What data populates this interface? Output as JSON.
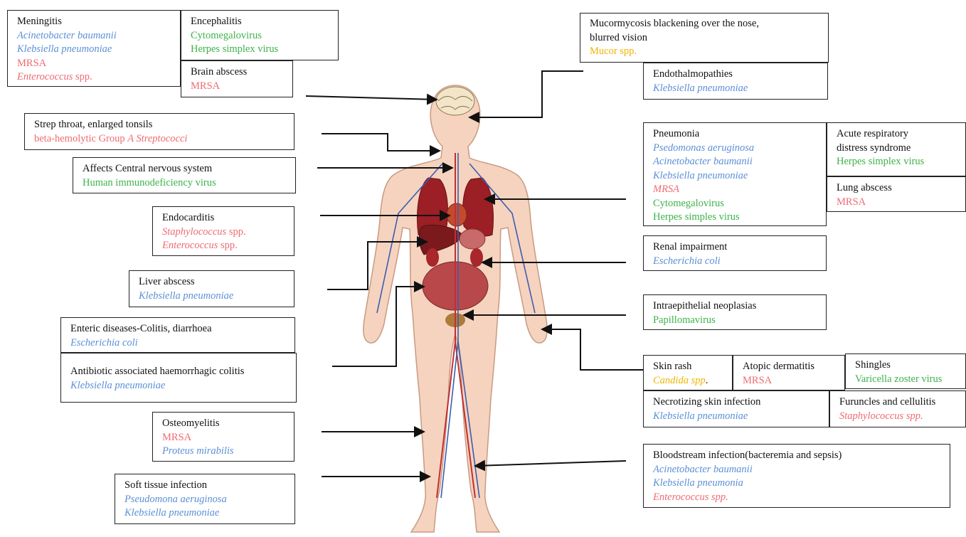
{
  "colors": {
    "bacteria_blue": "#5b8fd6",
    "gram_positive_red": "#ef6b72",
    "virus_green": "#3cb34a",
    "fungus_yellow": "#f0b400",
    "text": "#111111"
  },
  "boxes": {
    "meningitis": {
      "title": "Meningitis",
      "lines": [
        {
          "text": "Acinetobacter baumanii",
          "color": "#5b8fd6",
          "italic": true
        },
        {
          "text": "Klebsiella pneumoniae",
          "color": "#5b8fd6",
          "italic": true
        },
        {
          "text": "MRSA",
          "color": "#ef6b72",
          "italic": false
        },
        {
          "text": "Enterococcus",
          "suffix": " spp.",
          "color": "#ef6b72",
          "italic": true
        }
      ]
    },
    "encephalitis": {
      "title": "Encephalitis",
      "lines": [
        {
          "text": "Cytomegalovirus",
          "color": "#3cb34a"
        },
        {
          "text": "Herpes simplex virus",
          "color": "#3cb34a"
        }
      ]
    },
    "brain_abscess": {
      "title": "Brain abscess",
      "lines": [
        {
          "text": "MRSA",
          "color": "#ef6b72"
        }
      ]
    },
    "strep_throat": {
      "title": "Strep throat, enlarged tonsils",
      "lines": [
        {
          "text": "beta-hemolytic  Group ",
          "italic_part": "A Streptococci",
          "color": "#ef6b72"
        }
      ]
    },
    "cns": {
      "title": "Affects Central nervous system",
      "lines": [
        {
          "text": "Human immunodeficiency virus",
          "color": "#3cb34a"
        }
      ]
    },
    "endocarditis": {
      "title": "Endocarditis",
      "lines": [
        {
          "text": "Staphylococcus",
          "suffix": " spp.",
          "color": "#ef6b72"
        },
        {
          "text": "Enterococcus",
          "suffix": " spp.",
          "color": "#ef6b72"
        }
      ]
    },
    "liver_abscess": {
      "title": "Liver abscess",
      "lines": [
        {
          "text": "Klebsiella pneumoniae",
          "color": "#5b8fd6"
        }
      ]
    },
    "enteric": {
      "title": "Enteric diseases-Colitis, diarrhoea",
      "lines": [
        {
          "text": "Escherichia coli",
          "color": "#5b8fd6"
        }
      ]
    },
    "antibiotic_colitis": {
      "title": "Antibiotic  associated haemorrhagic  colitis",
      "lines": [
        {
          "text": "Klebsiella pneumoniae",
          "color": "#5b8fd6"
        }
      ]
    },
    "osteomyelitis": {
      "title": "Osteomyelitis",
      "lines": [
        {
          "text": "MRSA",
          "color": "#ef6b72"
        },
        {
          "text": "Proteus mirabilis",
          "color": "#5b8fd6"
        }
      ]
    },
    "soft_tissue": {
      "title": "Soft tissue infection",
      "lines": [
        {
          "text": "Pseudomona aeruginosa",
          "color": "#5b8fd6"
        },
        {
          "text": "Klebsiella pneumoniae",
          "color": "#5b8fd6"
        }
      ]
    },
    "mucormycosis": {
      "title_lines": [
        "Mucormycosis blackening over the nose,",
        "blurred vision"
      ],
      "lines": [
        {
          "text": "Mucor spp.",
          "color": "#f0b400"
        }
      ]
    },
    "endothalmopathies": {
      "title": "Endothalmopathies",
      "lines": [
        {
          "text": "Klebsiella pneumoniae",
          "color": "#5b8fd6"
        }
      ]
    },
    "pneumonia": {
      "title": "Pneumonia",
      "lines": [
        {
          "text": "Psedomonas aeruginosa",
          "color": "#5b8fd6"
        },
        {
          "text": "Acinetobacter baumanii",
          "color": "#5b8fd6"
        },
        {
          "text": "Klebsiella pneumoniae",
          "color": "#5b8fd6"
        },
        {
          "text": "MRSA",
          "color": "#ef6b72"
        },
        {
          "text": "Cytomegalovirus",
          "color": "#3cb34a"
        },
        {
          "text": "Herpes simples virus",
          "color": "#3cb34a"
        }
      ]
    },
    "ards": {
      "title_lines": [
        "Acute respiratory",
        "distress syndrome"
      ],
      "lines": [
        {
          "text": "Herpes simplex virus",
          "color": "#3cb34a"
        }
      ]
    },
    "lung_abscess": {
      "title": "Lung abscess",
      "lines": [
        {
          "text": "MRSA",
          "color": "#ef6b72"
        }
      ]
    },
    "renal": {
      "title": "Renal impairment",
      "lines": [
        {
          "text": "Escherichia coli",
          "color": "#5b8fd6"
        }
      ]
    },
    "intraepithelial": {
      "title": "Intraepithelial  neoplasias",
      "lines": [
        {
          "text": "Papillomavirus",
          "color": "#3cb34a"
        }
      ]
    },
    "skin_rash": {
      "title": "Skin rash",
      "lines": [
        {
          "text": "Candida spp",
          "suffix": ".",
          "color": "#f0b400"
        }
      ]
    },
    "atopic": {
      "title": "Atopic dermatitis",
      "lines": [
        {
          "text": "MRSA",
          "color": "#ef6b72"
        }
      ]
    },
    "shingles": {
      "title": "Shingles",
      "lines": [
        {
          "text": "Varicella  zoster virus",
          "color": "#3cb34a"
        }
      ]
    },
    "necrotizing": {
      "title": "Necrotizing skin infection",
      "lines": [
        {
          "text": "Klebsiella pneumoniae",
          "color": "#5b8fd6"
        }
      ]
    },
    "furuncles": {
      "title": "Furuncles and cellulitis",
      "lines": [
        {
          "text": "Staphylococcus spp.",
          "color": "#ef6b72"
        }
      ]
    },
    "bloodstream": {
      "title": "Bloodstream infection(bacteremia and sepsis)",
      "lines": [
        {
          "text": "Acinetobacter baumanii",
          "color": "#5b8fd6"
        },
        {
          "text": "Klebsiella pneumonia",
          "color": "#5b8fd6"
        },
        {
          "text": "Enterococcus spp.",
          "color": "#ef6b72"
        }
      ]
    }
  }
}
